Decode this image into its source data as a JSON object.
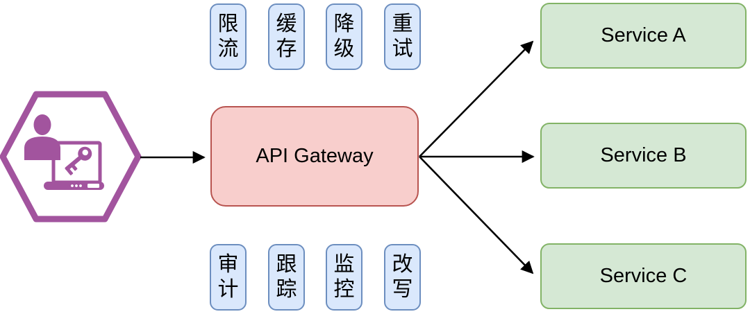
{
  "client": {
    "icon": "user-laptop-key-icon",
    "shape": "hexagon"
  },
  "gateway": {
    "label": "API Gateway"
  },
  "services": [
    {
      "label": "Service A"
    },
    {
      "label": "Service B"
    },
    {
      "label": "Service C"
    }
  ],
  "features_top": [
    {
      "label": "限流"
    },
    {
      "label": "缓存"
    },
    {
      "label": "降级"
    },
    {
      "label": "重试"
    }
  ],
  "features_bottom": [
    {
      "label": "审计"
    },
    {
      "label": "跟踪"
    },
    {
      "label": "监控"
    },
    {
      "label": "改写"
    }
  ],
  "connectors": {
    "client_to_gateway": "client → API Gateway",
    "gateway_to_service_a": "API Gateway → Service A",
    "gateway_to_service_b": "API Gateway → Service B",
    "gateway_to_service_c": "API Gateway → Service C"
  },
  "colors": {
    "feature_fill": "#dae8fc",
    "feature_border": "#6c8ebf",
    "gateway_fill": "#f8cecc",
    "gateway_border": "#b85450",
    "service_fill": "#d5e8d4",
    "service_border": "#82b366",
    "client_purple": "#a2549e",
    "arrow": "#000000",
    "text": "#000000"
  }
}
